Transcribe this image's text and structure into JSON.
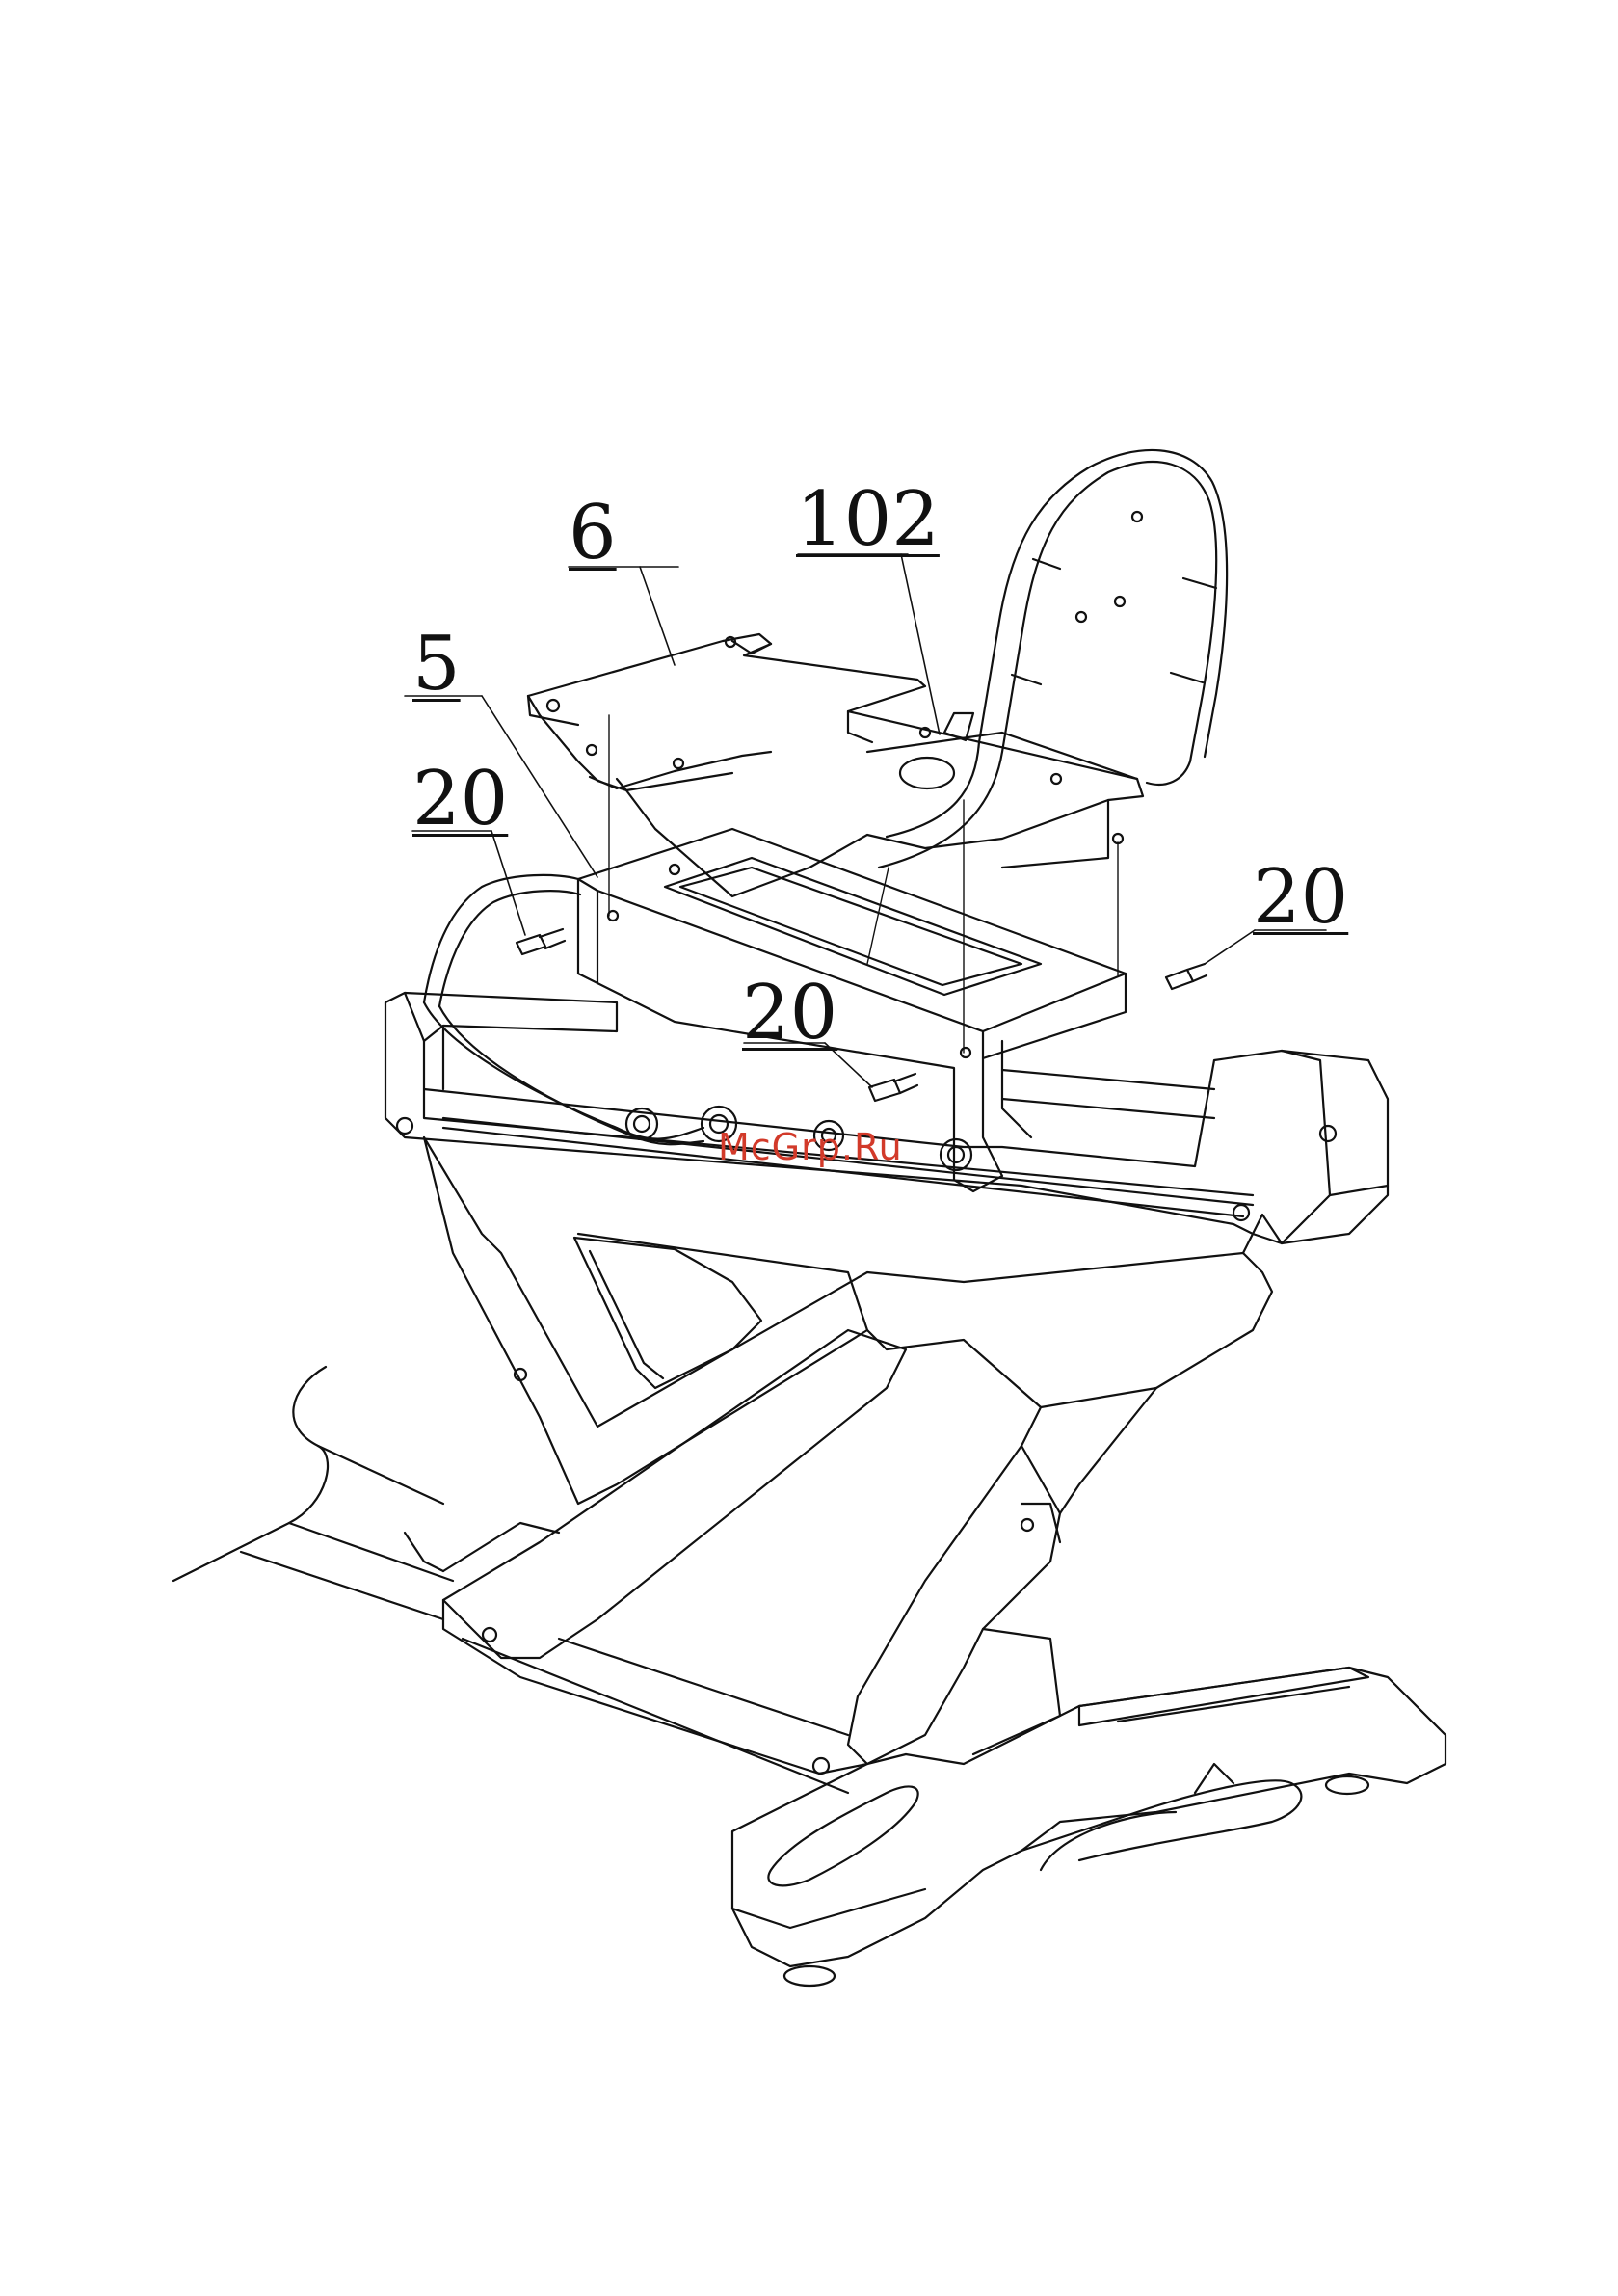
{
  "callouts": {
    "part_6": "6",
    "part_5": "5",
    "part_102": "102",
    "part_20_left": "20",
    "part_20_center": "20",
    "part_20_right": "20"
  },
  "watermark": "McGrp.Ru",
  "colors": {
    "line": "#111111",
    "watermark": "#d23a2a",
    "background": "#ffffff"
  }
}
